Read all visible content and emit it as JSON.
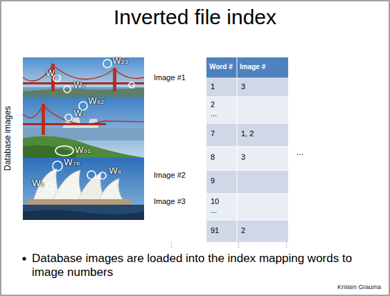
{
  "diagram": {
    "title": "Inverted file index",
    "labels": [
      "Database images",
      "Image #1",
      "Image #2",
      "Image #3",
      "W₂₃",
      "W₇",
      "W₇",
      "W₆₂",
      "W₇",
      "W₉₁",
      "W₇₆",
      "W₈",
      "W₁",
      "Word #",
      "Image #",
      "1",
      "3",
      "2 ...",
      "7",
      "1, 2",
      "8",
      "3",
      "9",
      "10 ...",
      "91",
      "2",
      "...",
      "⋮",
      "⋮",
      "⋮",
      "Database images are loaded into the index mapping words to image numbers",
      "Kristen Grauma"
    ]
  }
}
